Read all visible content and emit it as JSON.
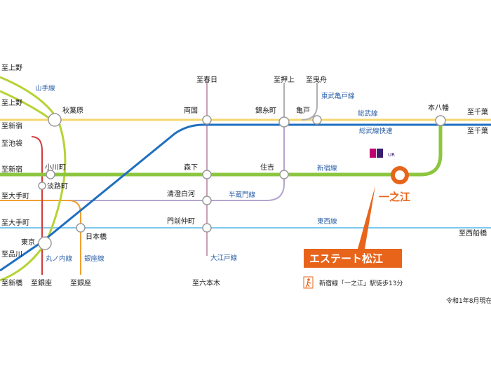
{
  "stations": {
    "to_ueno_1": "至上野",
    "to_ueno_2": "至上野",
    "to_shinjuku_1": "至新宿",
    "to_ikebukuro": "至池袋",
    "to_shinjuku_2": "至新宿",
    "to_otemachi_1": "至大手町",
    "to_otemachi_2": "至大手町",
    "to_shinagawa": "至品川",
    "to_shinbashi": "至新橋",
    "to_ginza_1": "至銀座",
    "to_ginza_2": "至銀座",
    "to_kasuga": "至春日",
    "to_oshiage": "至押上",
    "to_hikifune": "至曳舟",
    "to_chiba_1": "至千葉",
    "to_chiba_2": "至千葉",
    "to_nishifunabashi": "至西船橋",
    "to_roppongi": "至六本木",
    "akihabara": "秋葉原",
    "ryogoku": "両国",
    "kinshicho": "錦糸町",
    "kameido": "亀戸",
    "motoyawata": "本八幡",
    "ogawamachi": "小川町",
    "awajicho": "淡路町",
    "morishita": "森下",
    "sumiyoshi": "住吉",
    "ichinoe": "一之江",
    "kiyosumi": "清澄白河",
    "monzen": "門前仲町",
    "nihonbashi": "日本橋",
    "tokyo": "東京"
  },
  "lines": {
    "yamanote": "山手線",
    "tobu": "東武亀戸線",
    "sobu": "総武線",
    "sobu_rapid": "総武線快速",
    "shinjuku": "新宿線",
    "hanzomon": "半蔵門線",
    "tozai": "東西線",
    "oedo": "大江戸線",
    "marunouchi": "丸ノ内線",
    "ginza": "銀座線"
  },
  "property": {
    "name": "エステート松江",
    "ur_mark": "UR",
    "access": "新宿線「一之江」駅徒歩13分"
  },
  "as_of": "令和1年8月現在",
  "colors": {
    "yamanote": "#b5d334",
    "sobu_local": "#f5d76e",
    "sobu_rapid": "#1f6fc0",
    "shinjuku": "#8cc63f",
    "hanzomon": "#b3a5cf",
    "tozai": "#7ec8ee",
    "oedo": "#c9a0b4",
    "marunouchi": "#d23a3a",
    "ginza": "#f0a030",
    "accent": "#e8641b"
  }
}
